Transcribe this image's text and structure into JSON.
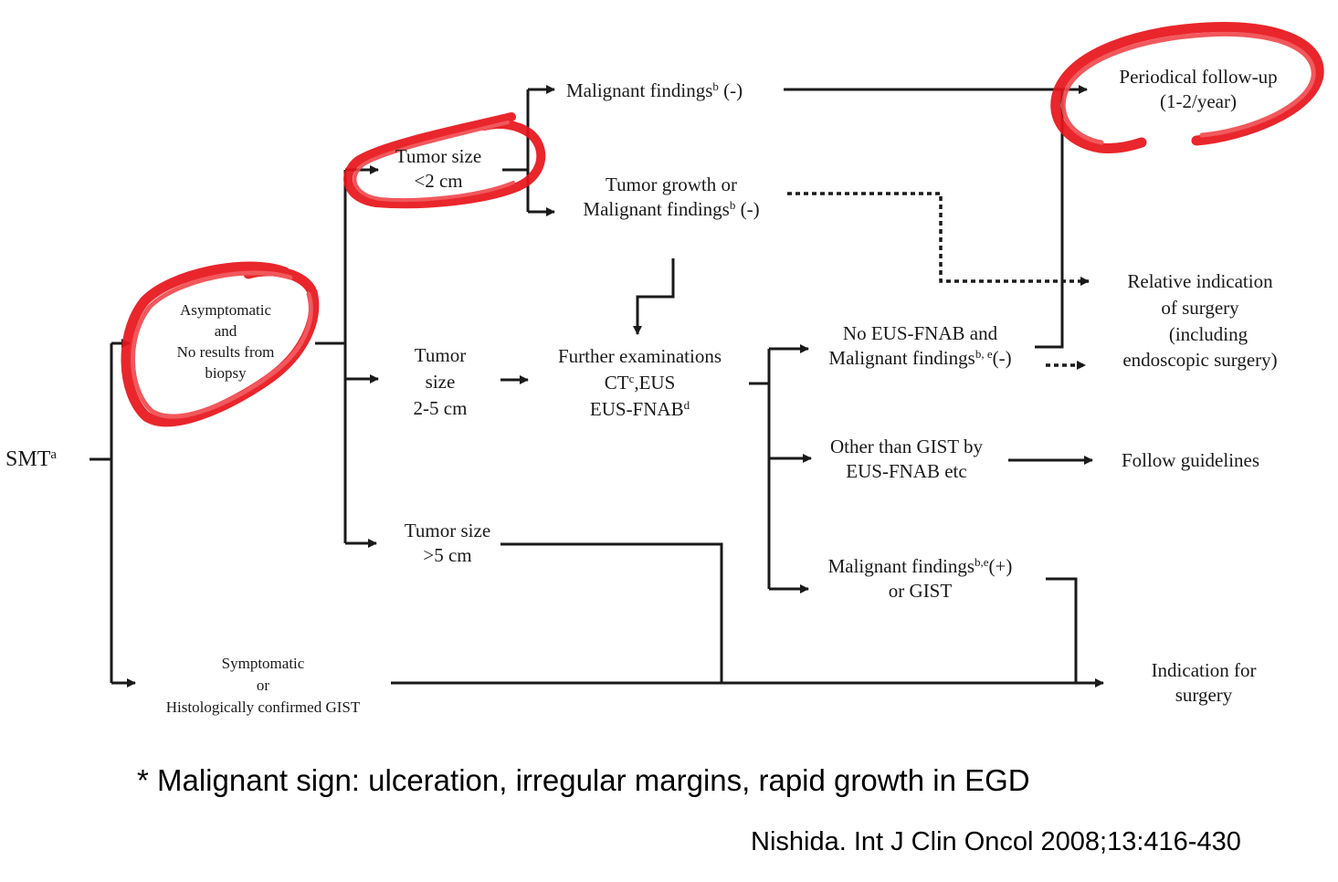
{
  "colors": {
    "line": "#1a1a1a",
    "annotation": "#e8141b",
    "background": "#ffffff"
  },
  "nodes": {
    "smt": {
      "text": "SMT",
      "sup": "a"
    },
    "asymptomatic": {
      "lines": [
        "Asymptomatic",
        "and",
        "No results from",
        "biopsy"
      ]
    },
    "symptomatic": {
      "lines": [
        "Symptomatic",
        "or",
        "Histologically confirmed GIST"
      ]
    },
    "size_small": {
      "lines": [
        "Tumor size",
        "<2 cm"
      ]
    },
    "size_mid": {
      "lines": [
        "Tumor",
        "size",
        "2-5 cm"
      ]
    },
    "size_large": {
      "lines": [
        "Tumor size",
        ">5 cm"
      ]
    },
    "malignant_neg_top": {
      "text": "Malignant findings",
      "sup": "b",
      "suffix": " (-)"
    },
    "growth": {
      "line1": "Tumor growth or",
      "text": "Malignant findings",
      "sup": "b",
      "suffix": " (-)"
    },
    "further": {
      "line1": "Further examinations",
      "ct": "CT",
      "ct_sup": "c",
      "ct_suffix": ",EUS",
      "fnab": "EUS-FNAB",
      "fnab_sup": "d"
    },
    "no_eus": {
      "line1": "No EUS-FNAB and",
      "text": "Malignant findings",
      "sup": "b, e",
      "suffix": "(-)"
    },
    "other_gist": {
      "lines": [
        "Other than GIST by",
        "EUS-FNAB etc"
      ]
    },
    "malignant_pos": {
      "text": "Malignant findings",
      "sup": "b,e",
      "suffix": "(+)",
      "line2": "or GIST"
    },
    "followup": {
      "lines": [
        "Periodical follow-up",
        "(1-2/year)"
      ]
    },
    "relative": {
      "lines": [
        "Relative indication",
        "of surgery",
        "(including",
        "endoscopic surgery)"
      ]
    },
    "guidelines": {
      "lines": [
        "Follow guidelines"
      ]
    },
    "indication": {
      "lines": [
        "Indication for",
        "surgery"
      ]
    }
  },
  "footnote": "* Malignant sign: ulceration, irregular margins, rapid growth in EGD",
  "citation": "Nishida. Int J Clin Oncol 2008;13:416-430"
}
